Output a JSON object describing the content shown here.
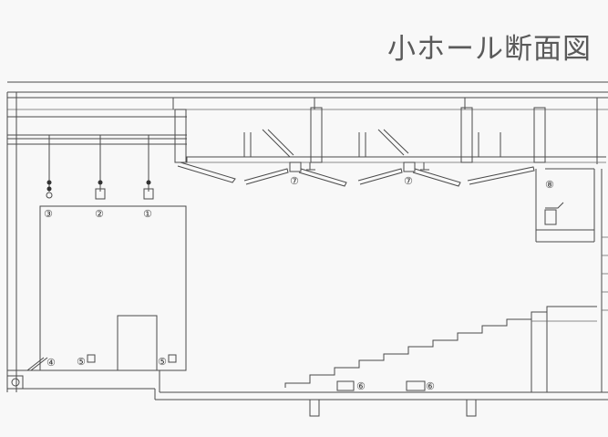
{
  "title": "小ホール断面図",
  "markers": {
    "m1": "①",
    "m2": "②",
    "m3": "③",
    "m4": "④",
    "m5": "⑤",
    "m6": "⑥",
    "m7": "⑦",
    "m8": "⑧"
  }
}
